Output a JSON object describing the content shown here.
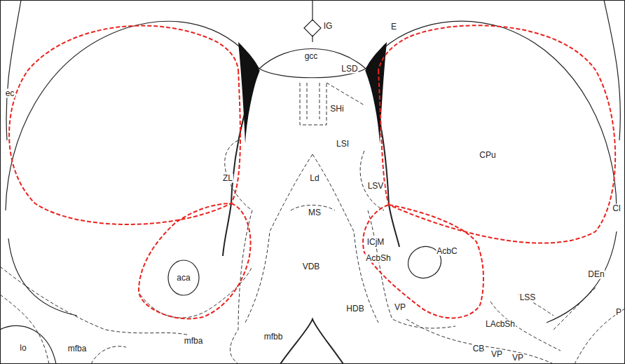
{
  "diagram": {
    "labels": [
      "IG",
      "gcc",
      "E",
      "LSD",
      "SHi",
      "LSI",
      "CPu",
      "ec",
      "ZL",
      "Ld",
      "LSV",
      "Cl",
      "MS",
      "ICjM",
      "AcbSh",
      "AcbC",
      "aca",
      "VDB",
      "DEn",
      "LSS",
      "HDB",
      "VP",
      "LAcbSh",
      "lo",
      "mfba",
      "mfba",
      "mfbb",
      "CB",
      "VP",
      "VP",
      "P"
    ]
  }
}
